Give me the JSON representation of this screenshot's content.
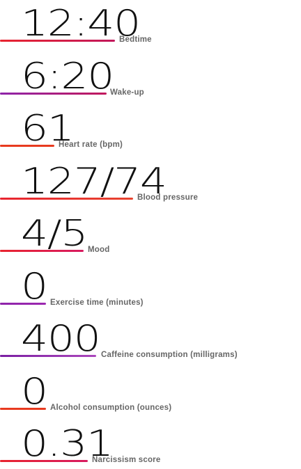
{
  "colors": {
    "red": "#e8242f",
    "purple": "#7a2aa6",
    "orange_red": "#e83a1f"
  },
  "metrics": [
    {
      "value": "12:40",
      "label": "Bedtime"
    },
    {
      "value": "6:20",
      "label": "Wake-up"
    },
    {
      "value": "61",
      "label": "Heart rate (bpm)"
    },
    {
      "value": "127/74",
      "label": "Blood pressure"
    },
    {
      "value": "4/5",
      "label": "Mood"
    },
    {
      "value": "0",
      "label": "Exercise time (minutes)"
    },
    {
      "value": "400",
      "label": "Caffeine consumption (milligrams)"
    },
    {
      "value": "0",
      "label": "Alcohol consumption (ounces)"
    },
    {
      "value": "0.31",
      "label": "Narcissism score"
    }
  ]
}
